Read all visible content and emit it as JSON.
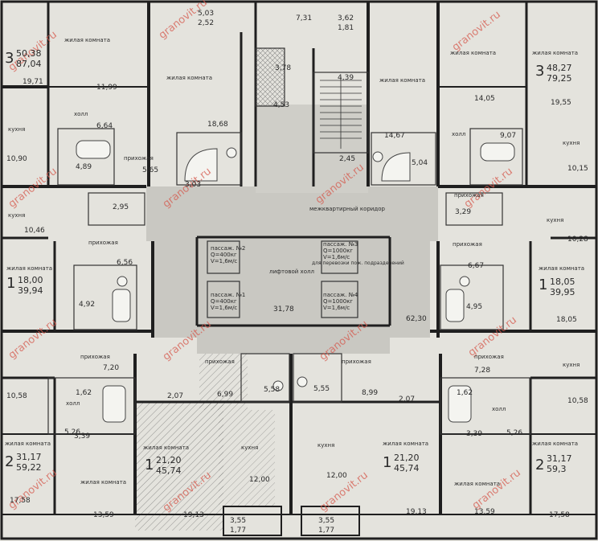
{
  "watermark": "granovit.ru",
  "rooms": {
    "living": "жилая комната",
    "kitchen": "кухня",
    "hall": "холл",
    "entry": "прихожая",
    "corridor": "межквартирный коридор",
    "lift_hall": "лифтовой холл"
  },
  "apartments": {
    "a_top_left": {
      "rooms": "3",
      "living": "50,38",
      "total": "87,04"
    },
    "a_top_right": {
      "rooms": "3",
      "living": "48,27",
      "total": "79,25"
    },
    "a_mid_left": {
      "rooms": "1",
      "living": "18,00",
      "total": "39,94"
    },
    "a_mid_right": {
      "rooms": "1",
      "living": "18,05",
      "total": "39,95"
    },
    "a_bot_left": {
      "rooms": "2",
      "living": "31,17",
      "total": "59,22"
    },
    "a_bot_c1": {
      "rooms": "1",
      "living": "21,20",
      "total": "45,74"
    },
    "a_bot_c2": {
      "rooms": "1",
      "living": "21,20",
      "total": "45,74"
    },
    "a_bot_right": {
      "rooms": "2",
      "living": "31,17",
      "total": "59,3"
    }
  },
  "areas": {
    "t1": "5,03",
    "t2": "2,52",
    "t3": "7,31",
    "t4": "3,62",
    "t5": "1,81",
    "t6": "19,71",
    "t7": "11,99",
    "t8": "3,78",
    "t9": "4,39",
    "t10": "4,53",
    "t11": "14,05",
    "t12": "19,55",
    "t13": "6,64",
    "t14": "18,68",
    "t15": "14,67",
    "t16": "9,07",
    "t17": "10,90",
    "t18": "4,89",
    "t19": "5,65",
    "t20": "2,45",
    "t21": "5,04",
    "t22": "10,15",
    "t23": "3,03",
    "t24": "2,95",
    "t25": "3,29",
    "t26": "10,46",
    "t27": "10,28",
    "t28": "6,56",
    "t29": "6,67",
    "t30": "4,92",
    "t31": "4,95",
    "t32": "31,78",
    "t33": "62,30",
    "t34": "18,05",
    "t35": "7,20",
    "t36": "7,28",
    "t37": "10,58",
    "t38": "10,58",
    "t39": "1,62",
    "t40": "2,07",
    "t41": "6,99",
    "t42": "5,58",
    "t43": "5,55",
    "t44": "8,99",
    "t45": "2,07",
    "t46": "1,62",
    "t47": "5,26",
    "t48": "3,39",
    "t49": "3,39",
    "t50": "5,26",
    "t51": "17,58",
    "t52": "12,00",
    "t53": "12,00",
    "t54": "13,59",
    "t55": "19,13",
    "t56": "19,13",
    "t57": "13,59",
    "t58": "17,58",
    "t59": "3,55",
    "t60": "1,77",
    "t61": "3,55",
    "t62": "1,77"
  },
  "lift_labels": {
    "l1": "пассаж. №2",
    "l2": "Q=400кг",
    "l3": "V=1,6м/с",
    "l4": "пассаж. №1",
    "l5": "Q=400кг",
    "l6": "V=1,6м/с",
    "l7": "пассаж. №3",
    "l8": "Q=1000кг",
    "l9": "V=1,6м/с",
    "l10": "для перевозки пож. подразделений",
    "l11": "пассаж. №4",
    "l12": "Q=1000кг",
    "l13": "V=1,6м/с"
  }
}
